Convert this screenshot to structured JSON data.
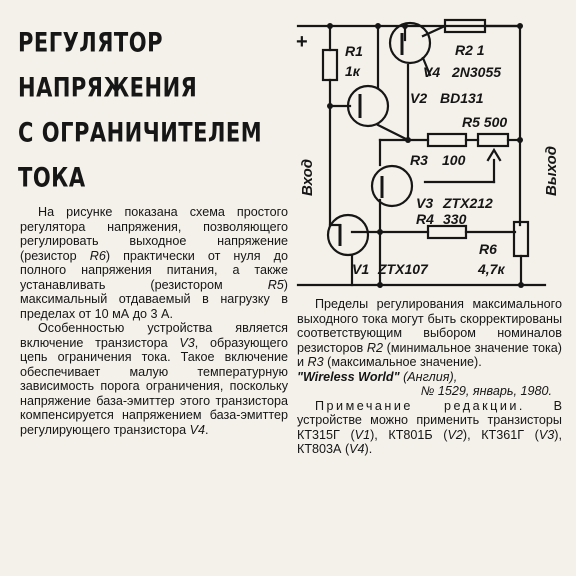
{
  "title": {
    "line1": "РЕГУЛЯТОР",
    "line2": "НАПРЯЖЕНИЯ",
    "line3": "С ОГРАНИЧИТЕЛЕМ",
    "line4": "ТОКА"
  },
  "schematic": {
    "plus": "+",
    "input_label": "Вход",
    "output_label": "Выход",
    "R1": "R1",
    "R1_value": "1к",
    "V4": "V4",
    "V4_part": "2N3055",
    "R2": "R2 1",
    "V2": "V2",
    "V2_part": "BD131",
    "R5": "R5 500",
    "R3": "R3",
    "R3_value": "100",
    "V3": "V3",
    "V3_part": "ZTX212",
    "R4": "R4",
    "R4_value": "330",
    "R6": "R6",
    "R6_value": "4,7к",
    "V1": "V1",
    "V1_part": "ZTX107"
  },
  "article": {
    "p1_a": "На рисунке показана схема простого регулятора напряжения, позволяющего регулировать выходное напряжение (резистор ",
    "p1_r6": "R6",
    "p1_b": ") практически от нуля до полного напряжения питания, а также устанавливать (резистором ",
    "p1_r5": "R5",
    "p1_c": ") максимальный отдаваемый в нагрузку в пределах от 10 мА до 3 А.",
    "p2_a": "Особенностью устройства является включение транзистора ",
    "p2_v3": "V3",
    "p2_b": ", образующего цепь ограничения тока. Такое включение обеспечивает малую температурную зависимость порога ограничения, поскольку напряжение база-эмиттер этого транзистора компенсируется напряжением база-эмиттер регулирующего транзистора ",
    "p2_v4": "V4",
    "p2_c": ".",
    "p3_a": "Пределы регулирования максимального выходного тока могут быть скорректированы соответствующим выбором номиналов резисторов ",
    "p3_r2": "R2",
    "p3_b": " (минимальное значение тока) и ",
    "p3_r3": "R3",
    "p3_c": " (максимальное значение).",
    "source_title": "\"Wireless World\"",
    "source_country": " (Англия),",
    "source_issue": "№ 1529, январь, 1980.",
    "note_head": "Примечание редакции.",
    "note_a": " В устройстве можно применить транзисторы КТ315Г (",
    "note_v1": "V1",
    "note_b": "), КТ801Б (",
    "note_v2": "V2",
    "note_c": "), КТ361Г (",
    "note_v3": "V3",
    "note_d": "), КТ803А (",
    "note_v4": "V4",
    "note_e": ")."
  }
}
